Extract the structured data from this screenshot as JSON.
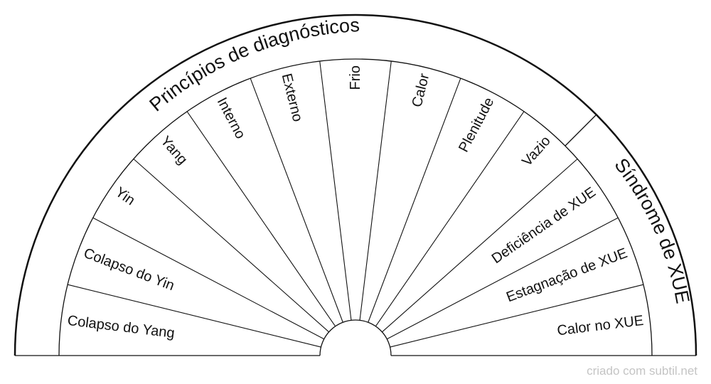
{
  "diagram": {
    "outer_title_left": "Princípios de diagnósticos",
    "outer_title_right": "Síndrome de XUE",
    "segments": [
      {
        "label": "Colapso do Yang"
      },
      {
        "label": "Colapso do Yin"
      },
      {
        "label": "Yin"
      },
      {
        "label": "Yang"
      },
      {
        "label": "Interno"
      },
      {
        "label": "Externo"
      },
      {
        "label": "Frio"
      },
      {
        "label": "Calor"
      },
      {
        "label": "Plenitude"
      },
      {
        "label": "Vazio"
      },
      {
        "label": "Deficiência de XUE"
      },
      {
        "label": "Estagnação de XUE"
      },
      {
        "label": "Calor no XUE"
      }
    ],
    "colors": {
      "line": "#111111",
      "footer": "#c4c4c4",
      "background": "#ffffff"
    }
  },
  "footer": {
    "credit": "criado com subtil.net"
  }
}
